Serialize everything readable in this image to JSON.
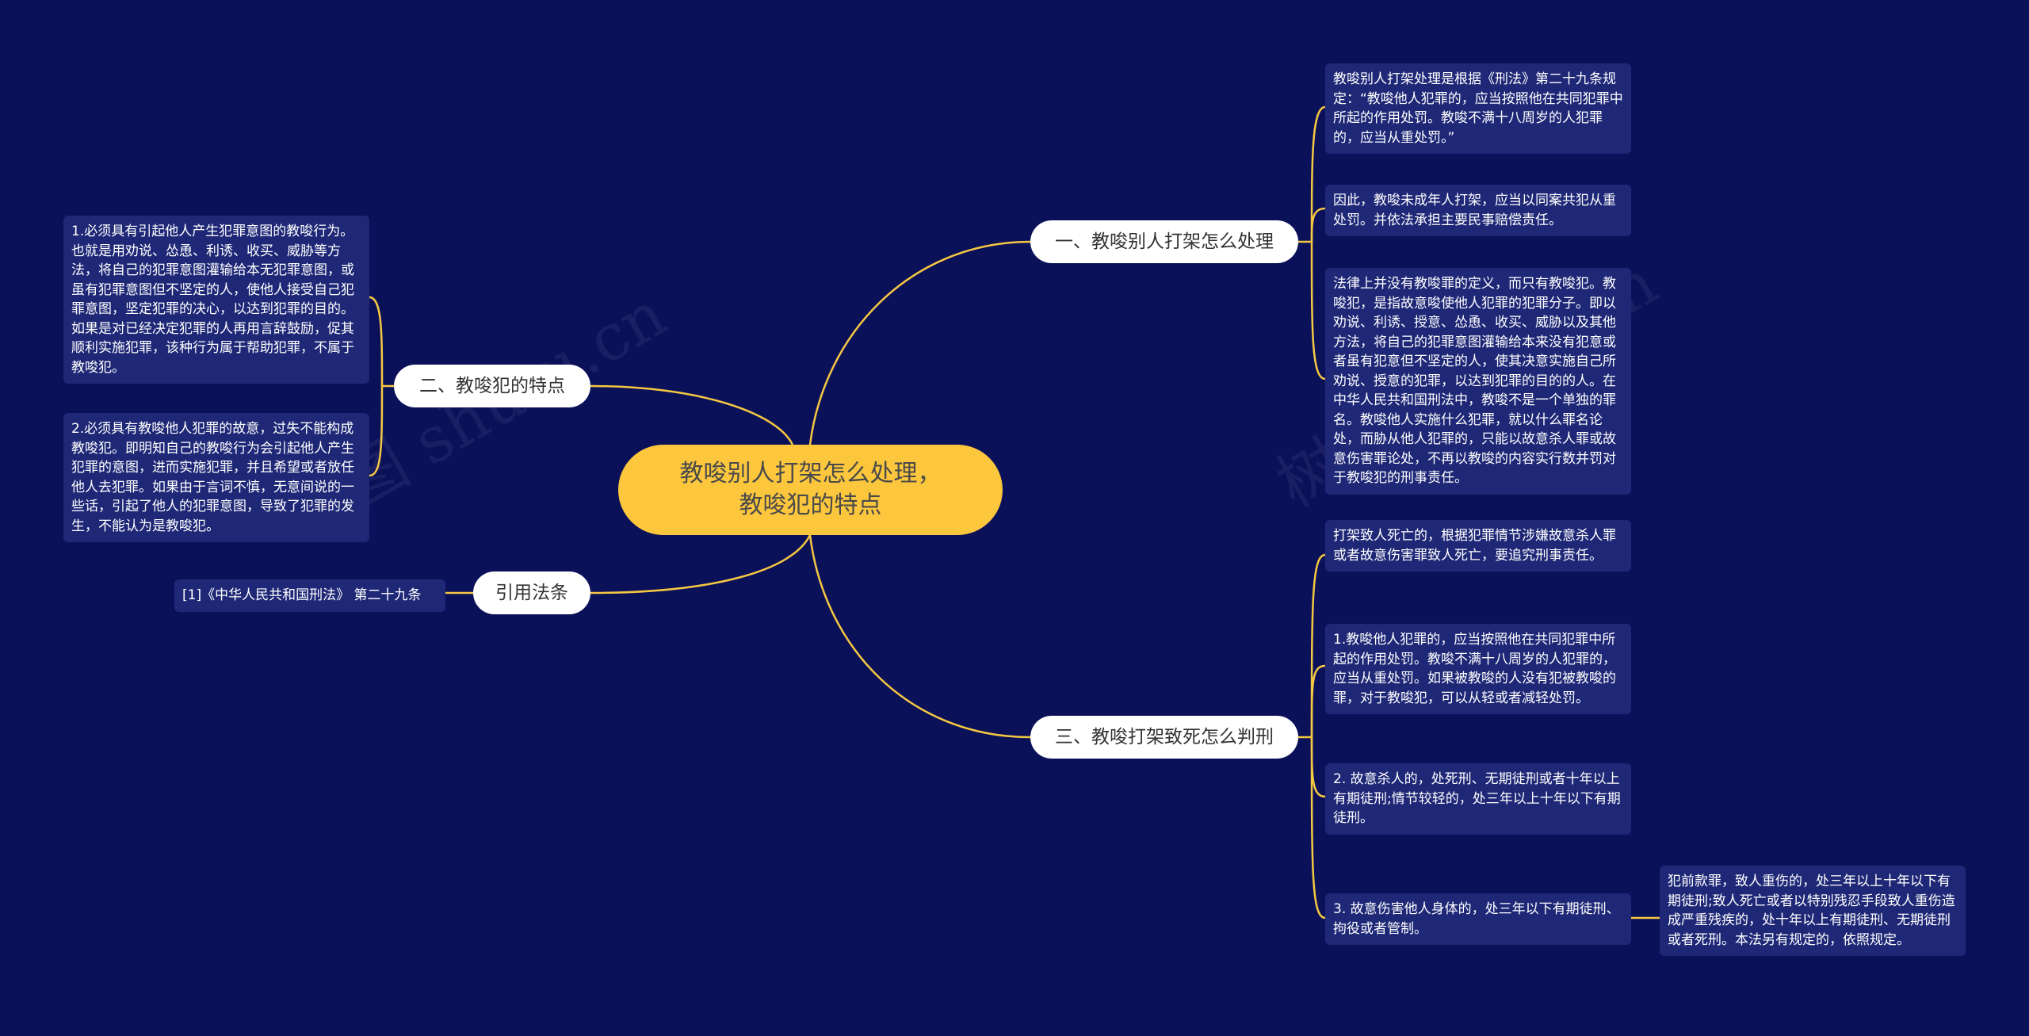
{
  "root": {
    "line1": "教唆别人打架怎么处理，",
    "line2": "教唆犯的特点"
  },
  "branches": {
    "b1": "一、教唆别人打架怎么处理",
    "b2": "二、教唆犯的特点",
    "b3": "引用法条",
    "b4": "三、教唆打架致死怎么判刑"
  },
  "leaves": {
    "b1_1": "教唆别人打架处理是根据《刑法》第二十九条规定：“教唆他人犯罪的，应当按照他在共同犯罪中所起的作用处罚。教唆不满十八周岁的人犯罪的，应当从重处罚。”",
    "b1_2": "因此，教唆未成年人打架，应当以同案共犯从重处罚。并依法承担主要民事赔偿责任。",
    "b1_3": "法律上并没有教唆罪的定义，而只有教唆犯。教唆犯，是指故意唆使他人犯罪的犯罪分子。即以劝说、利诱、授意、怂恿、收买、威胁以及其他方法，将自己的犯罪意图灌输给本来没有犯意或者虽有犯意但不坚定的人，使其决意实施自己所劝说、授意的犯罪，以达到犯罪的目的的人。在中华人民共和国刑法中，教唆不是一个单独的罪名。教唆他人实施什么犯罪，就以什么罪名论处，而胁从他人犯罪的，只能以故意杀人罪或故意伤害罪论处，不再以教唆的内容实行数并罚对于教唆犯的刑事责任。",
    "b2_1": "1.必须具有引起他人产生犯罪意图的教唆行为。也就是用劝说、怂恿、利诱、收买、威胁等方法，将自己的犯罪意图灌输给本无犯罪意图，或虽有犯罪意图但不坚定的人，使他人接受自己犯罪意图，坚定犯罪的决心，以达到犯罪的目的。如果是对已经决定犯罪的人再用言辞鼓励，促其顺利实施犯罪，该种行为属于帮助犯罪，不属于教唆犯。",
    "b2_2": "2.必须具有教唆他人犯罪的故意，过失不能构成教唆犯。即明知自己的教唆行为会引起他人产生犯罪的意图，进而实施犯罪，并且希望或者放任他人去犯罪。如果由于言词不慎，无意间说的一些话，引起了他人的犯罪意图，导致了犯罪的发生，不能认为是教唆犯。",
    "b3_1": "[1]《中华人民共和国刑法》 第二十九条",
    "b4_1": "打架致人死亡的，根据犯罪情节涉嫌故意杀人罪或者故意伤害罪致人死亡，要追究刑事责任。",
    "b4_2": "1.教唆他人犯罪的，应当按照他在共同犯罪中所起的作用处罚。教唆不满十八周岁的人犯罪的，应当从重处罚。如果被教唆的人没有犯被教唆的罪，对于教唆犯，可以从轻或者减轻处罚。",
    "b4_3": "2. 故意杀人的，处死刑、无期徒刑或者十年以上有期徒刑;情节较轻的，处三年以上十年以下有期徒刑。",
    "b4_4": "3. 故意伤害他人身体的，处三年以下有期徒刑、拘役或者管制。",
    "b4_4_1": "犯前款罪，致人重伤的，处三年以上十年以下有期徒刑;致人死亡或者以特别残忍手段致人重伤造成严重残疾的，处十年以上有期徒刑、无期徒刑或者死刑。本法另有规定的，依照规定。"
  },
  "watermark": "树图 shutu.cn",
  "colors": {
    "background": "#0b1159",
    "root": "#fcc73d",
    "edge": "#f5c842",
    "leaf": "#1f2877",
    "branch": "#ffffff"
  }
}
